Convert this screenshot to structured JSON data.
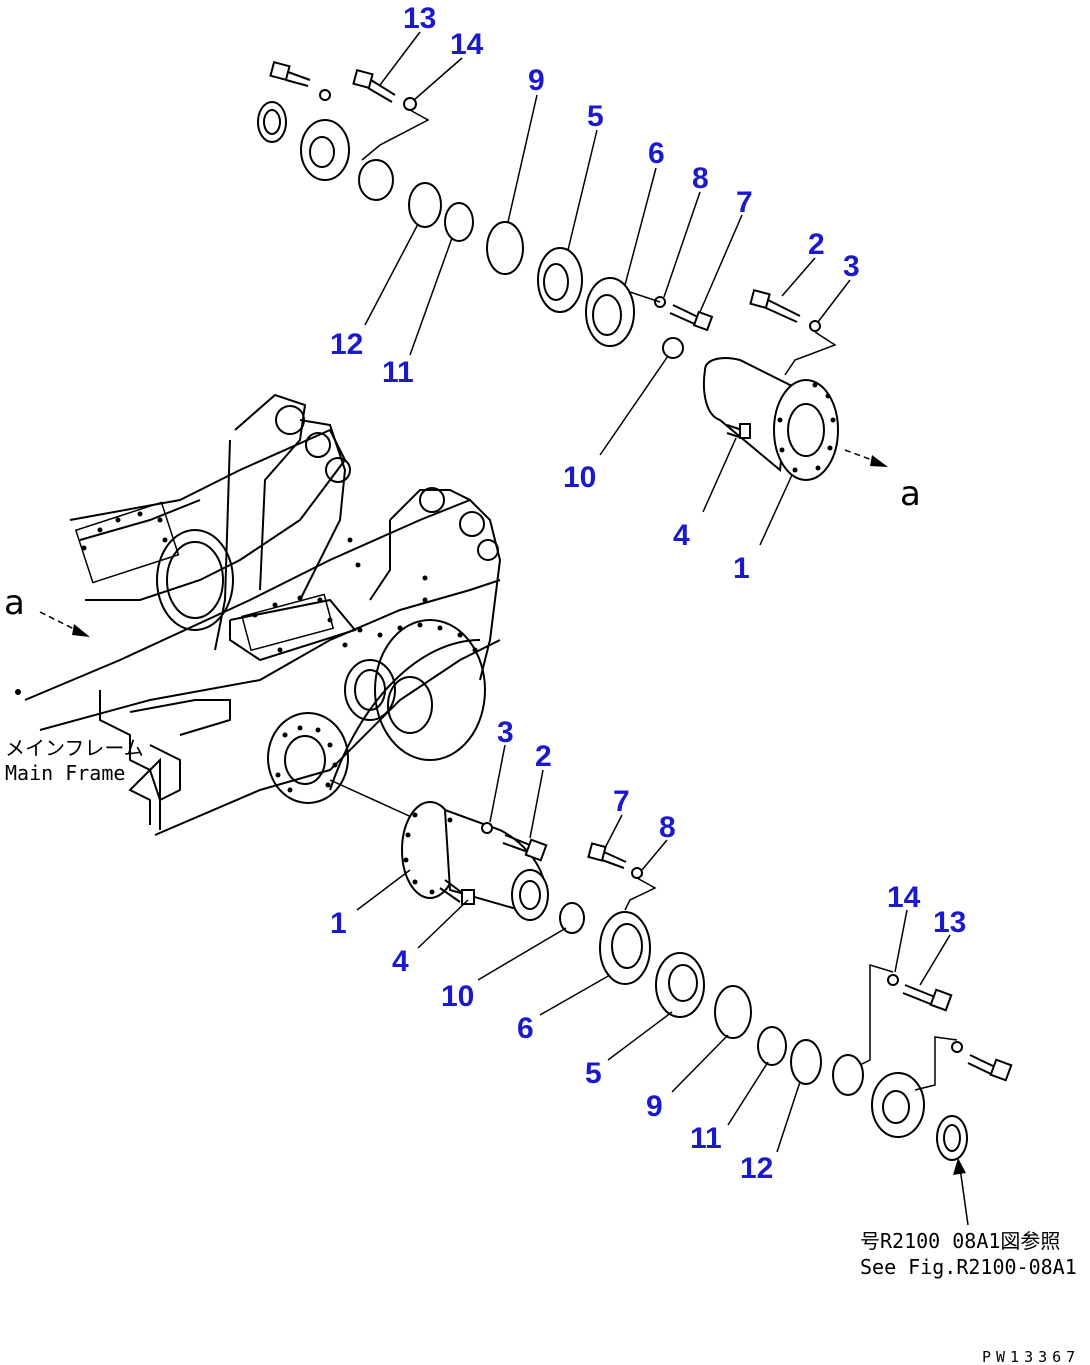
{
  "callouts": {
    "top_13": "13",
    "top_14": "14",
    "top_9": "9",
    "top_5": "5",
    "top_6": "6",
    "top_8": "8",
    "top_7": "7",
    "top_2": "2",
    "top_3": "3",
    "top_12": "12",
    "top_11": "11",
    "top_10": "10",
    "top_4": "4",
    "top_1": "1",
    "bot_3": "3",
    "bot_2": "2",
    "bot_7": "7",
    "bot_8": "8",
    "bot_1": "1",
    "bot_4": "4",
    "bot_10": "10",
    "bot_6": "6",
    "bot_5": "5",
    "bot_9": "9",
    "bot_11": "11",
    "bot_12": "12",
    "bot_14": "14",
    "bot_13": "13"
  },
  "view_markers": {
    "right": "a",
    "left": "a"
  },
  "main_frame_label": {
    "jp": "メインフレーム",
    "en": "Main Frame"
  },
  "reference_note": {
    "jp": "号R2100 08A1図参照",
    "en": "See Fig.R2100-08A1"
  },
  "figure_code": "PW13367",
  "colors": {
    "callout": "#1a1acc",
    "line": "#000000",
    "background": "#ffffff"
  }
}
